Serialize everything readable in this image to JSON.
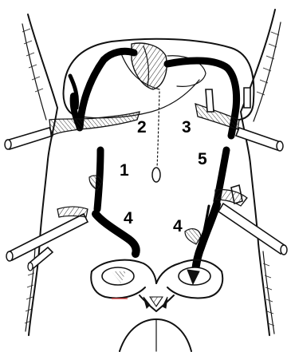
{
  "figure": {
    "labels": {
      "one": "1",
      "two": "2",
      "three": "3",
      "four_left": "4",
      "four_right": "4",
      "five": "5"
    }
  }
}
